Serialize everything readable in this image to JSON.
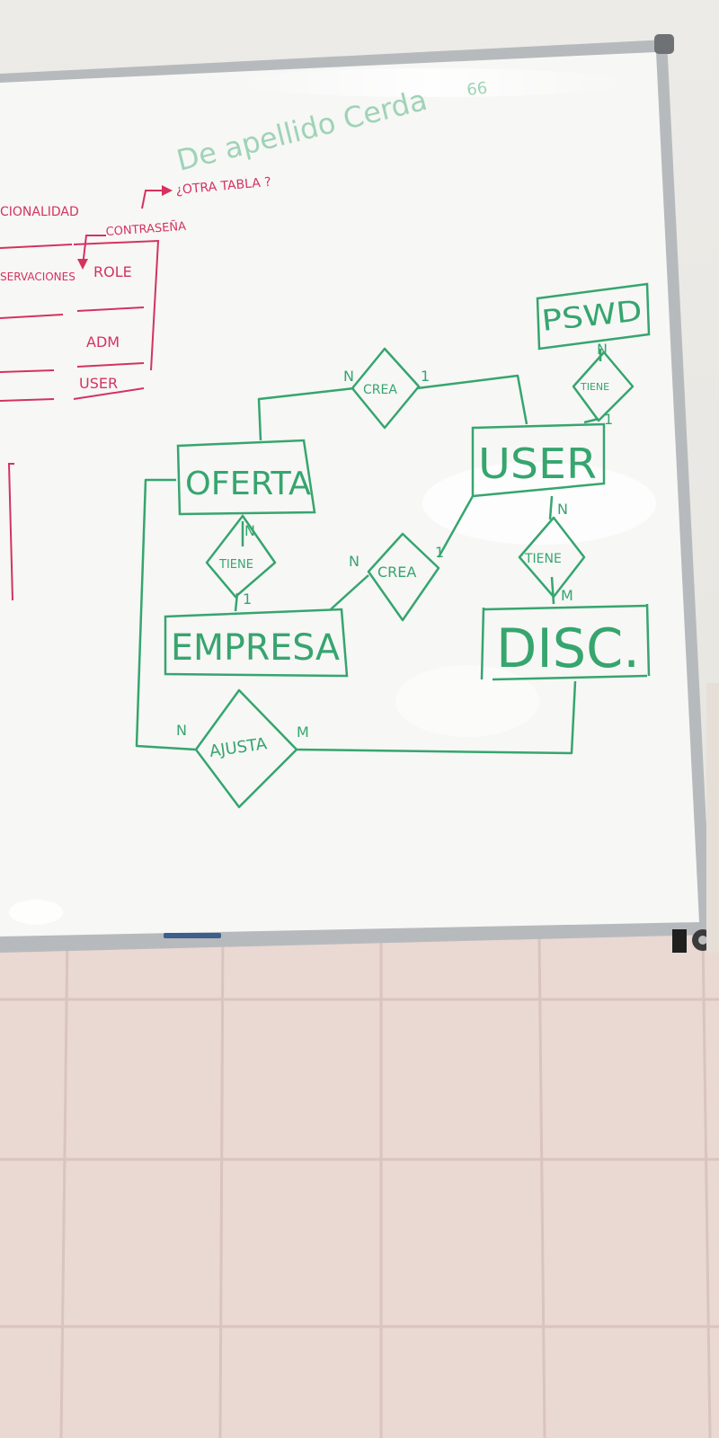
{
  "colors": {
    "red_marker": "#d4335e",
    "green_marker": "#36a56e",
    "faded_marker": "#9fd3b6",
    "board": "#f7f7f6",
    "frame": "#b9bcbe",
    "tile": "#ead8d3",
    "grout": "#d9c4be"
  },
  "top_note": {
    "text": "De apellido Cerda",
    "corner": "66"
  },
  "red_notes": {
    "field_label": "CIONALIDAD",
    "arrow_note": "¿OTRA TABLA ?",
    "password_label": "CONTRASEÑA",
    "observations_label": "SERVACIONES",
    "role_label": "ROLE",
    "role_values": [
      "ADM",
      "USER"
    ]
  },
  "er_diagram": {
    "entities": {
      "oferta": "OFERTA",
      "empresa": "EMPRESA",
      "user": "USER",
      "disc": "DISC.",
      "pswd": "PSWD"
    },
    "relationships": {
      "crea_top": "CREA",
      "crea_mid": "CREA",
      "tiene_left": "TIENE",
      "tiene_user_pswd": "TIENE",
      "tiene_user_disc": "TIENE",
      "ajusta": "AJUSTA"
    },
    "cardinalities": {
      "crea_top_n": "N",
      "crea_top_1": "1",
      "crea_mid_n": "N",
      "crea_mid_1": "1",
      "tiene_left_n": "N",
      "tiene_left_1": "1",
      "pswd_n": "N",
      "pswd_1": "1",
      "disc_n": "N",
      "disc_m": "M",
      "ajusta_n": "N",
      "ajusta_m": "M"
    }
  }
}
